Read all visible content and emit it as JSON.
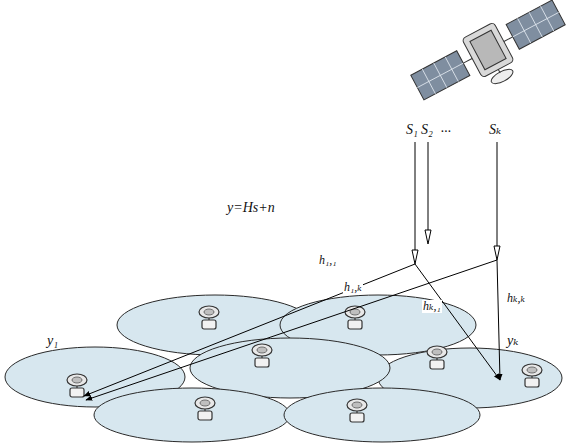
{
  "diagram": {
    "labels": [
      "S₁",
      "S₂",
      "...",
      "Sₖ",
      "y=Hs+n",
      "h₁,₁",
      "h₁,ₖ",
      "hₖ,₁",
      "hₖ,ₖ",
      "y₁",
      "yₖ"
    ]
  }
}
